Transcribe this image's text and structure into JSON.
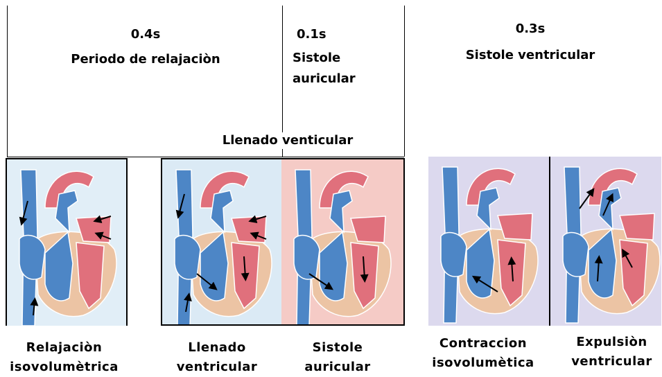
{
  "phases": {
    "relaxation": {
      "duration": "0.4s",
      "name": "Periodo de relajaciòn"
    },
    "atrial": {
      "duration": "0.1s",
      "name_line1": "Sistole",
      "name_line2": "auricular"
    },
    "ventricular": {
      "duration": "0.3s",
      "name": "Sistole ventricular"
    }
  },
  "filling_label": "Llenado venticular",
  "panels": [
    {
      "caption_line1": "Relajaciòn",
      "caption_line2": "isovolumètrica",
      "bg": "#e1eef7"
    },
    {
      "caption_line1": "Llenado",
      "caption_line2": "ventricular",
      "bg": "#dbeaf5"
    },
    {
      "caption_line1": "Sistole",
      "caption_line2": "auricular",
      "bg": "#f5cbc6"
    },
    {
      "caption_line1": "Contraccion",
      "caption_line2": "isovolumètica",
      "bg": "#dcd9ee"
    },
    {
      "caption_line1": "Expulsiòn",
      "caption_line2": "ventricular",
      "bg": "#dcd9ee"
    }
  ],
  "colors": {
    "vein_blue": "#4d86c6",
    "artery_red": "#e0707c",
    "muscle_tan": "#ecc4a4",
    "outline": "#000000"
  }
}
